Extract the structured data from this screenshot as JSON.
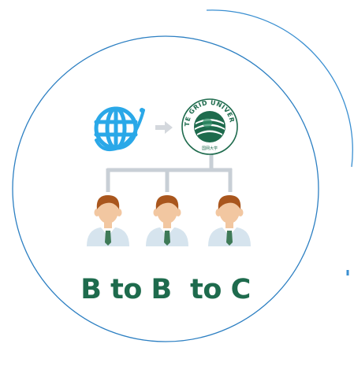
{
  "colors": {
    "outer_arc": "#3a8fd1",
    "circle_stroke": "#2c7fc2",
    "connector": "#c8cfd6",
    "arrow": "#d4d8dd",
    "globe": "#2aa8e8",
    "seal_green": "#1e6b4d",
    "caption": "#1e6b4d",
    "person_shirt": "#d6e4ee",
    "person_tie": "#3e7a57",
    "person_skin": "#f2c7a1",
    "person_hair": "#a9561d"
  },
  "icons": {
    "source": "globe-icon",
    "arrow": "right-arrow-icon",
    "hub": "state-grid-university-seal",
    "recipients": [
      "person-icon",
      "person-icon",
      "person-icon"
    ]
  },
  "seal": {
    "ring_text": "STATE GRID UNIVERSITY",
    "inner_text": "国网大学"
  },
  "caption": "B to B  to C"
}
